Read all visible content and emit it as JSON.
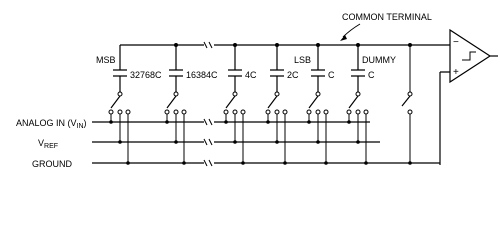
{
  "diagram": {
    "callout": "COMMON TERMINAL",
    "capacitors": [
      {
        "top_label": "MSB",
        "value": "32768C"
      },
      {
        "top_label": "",
        "value": "16384C"
      },
      {
        "top_label": "",
        "value": "4C"
      },
      {
        "top_label": "",
        "value": "2C"
      },
      {
        "top_label": "LSB",
        "value": "C"
      },
      {
        "top_label": "DUMMY",
        "value": "C"
      }
    ],
    "rails": [
      {
        "label": "ANALOG IN (V",
        "sub": "IN",
        "suffix": ")"
      },
      {
        "label": "V",
        "sub": "REF",
        "suffix": ""
      },
      {
        "label": "GROUND",
        "sub": "",
        "suffix": ""
      }
    ],
    "comparator": {
      "minus": "−",
      "plus": "+"
    }
  }
}
